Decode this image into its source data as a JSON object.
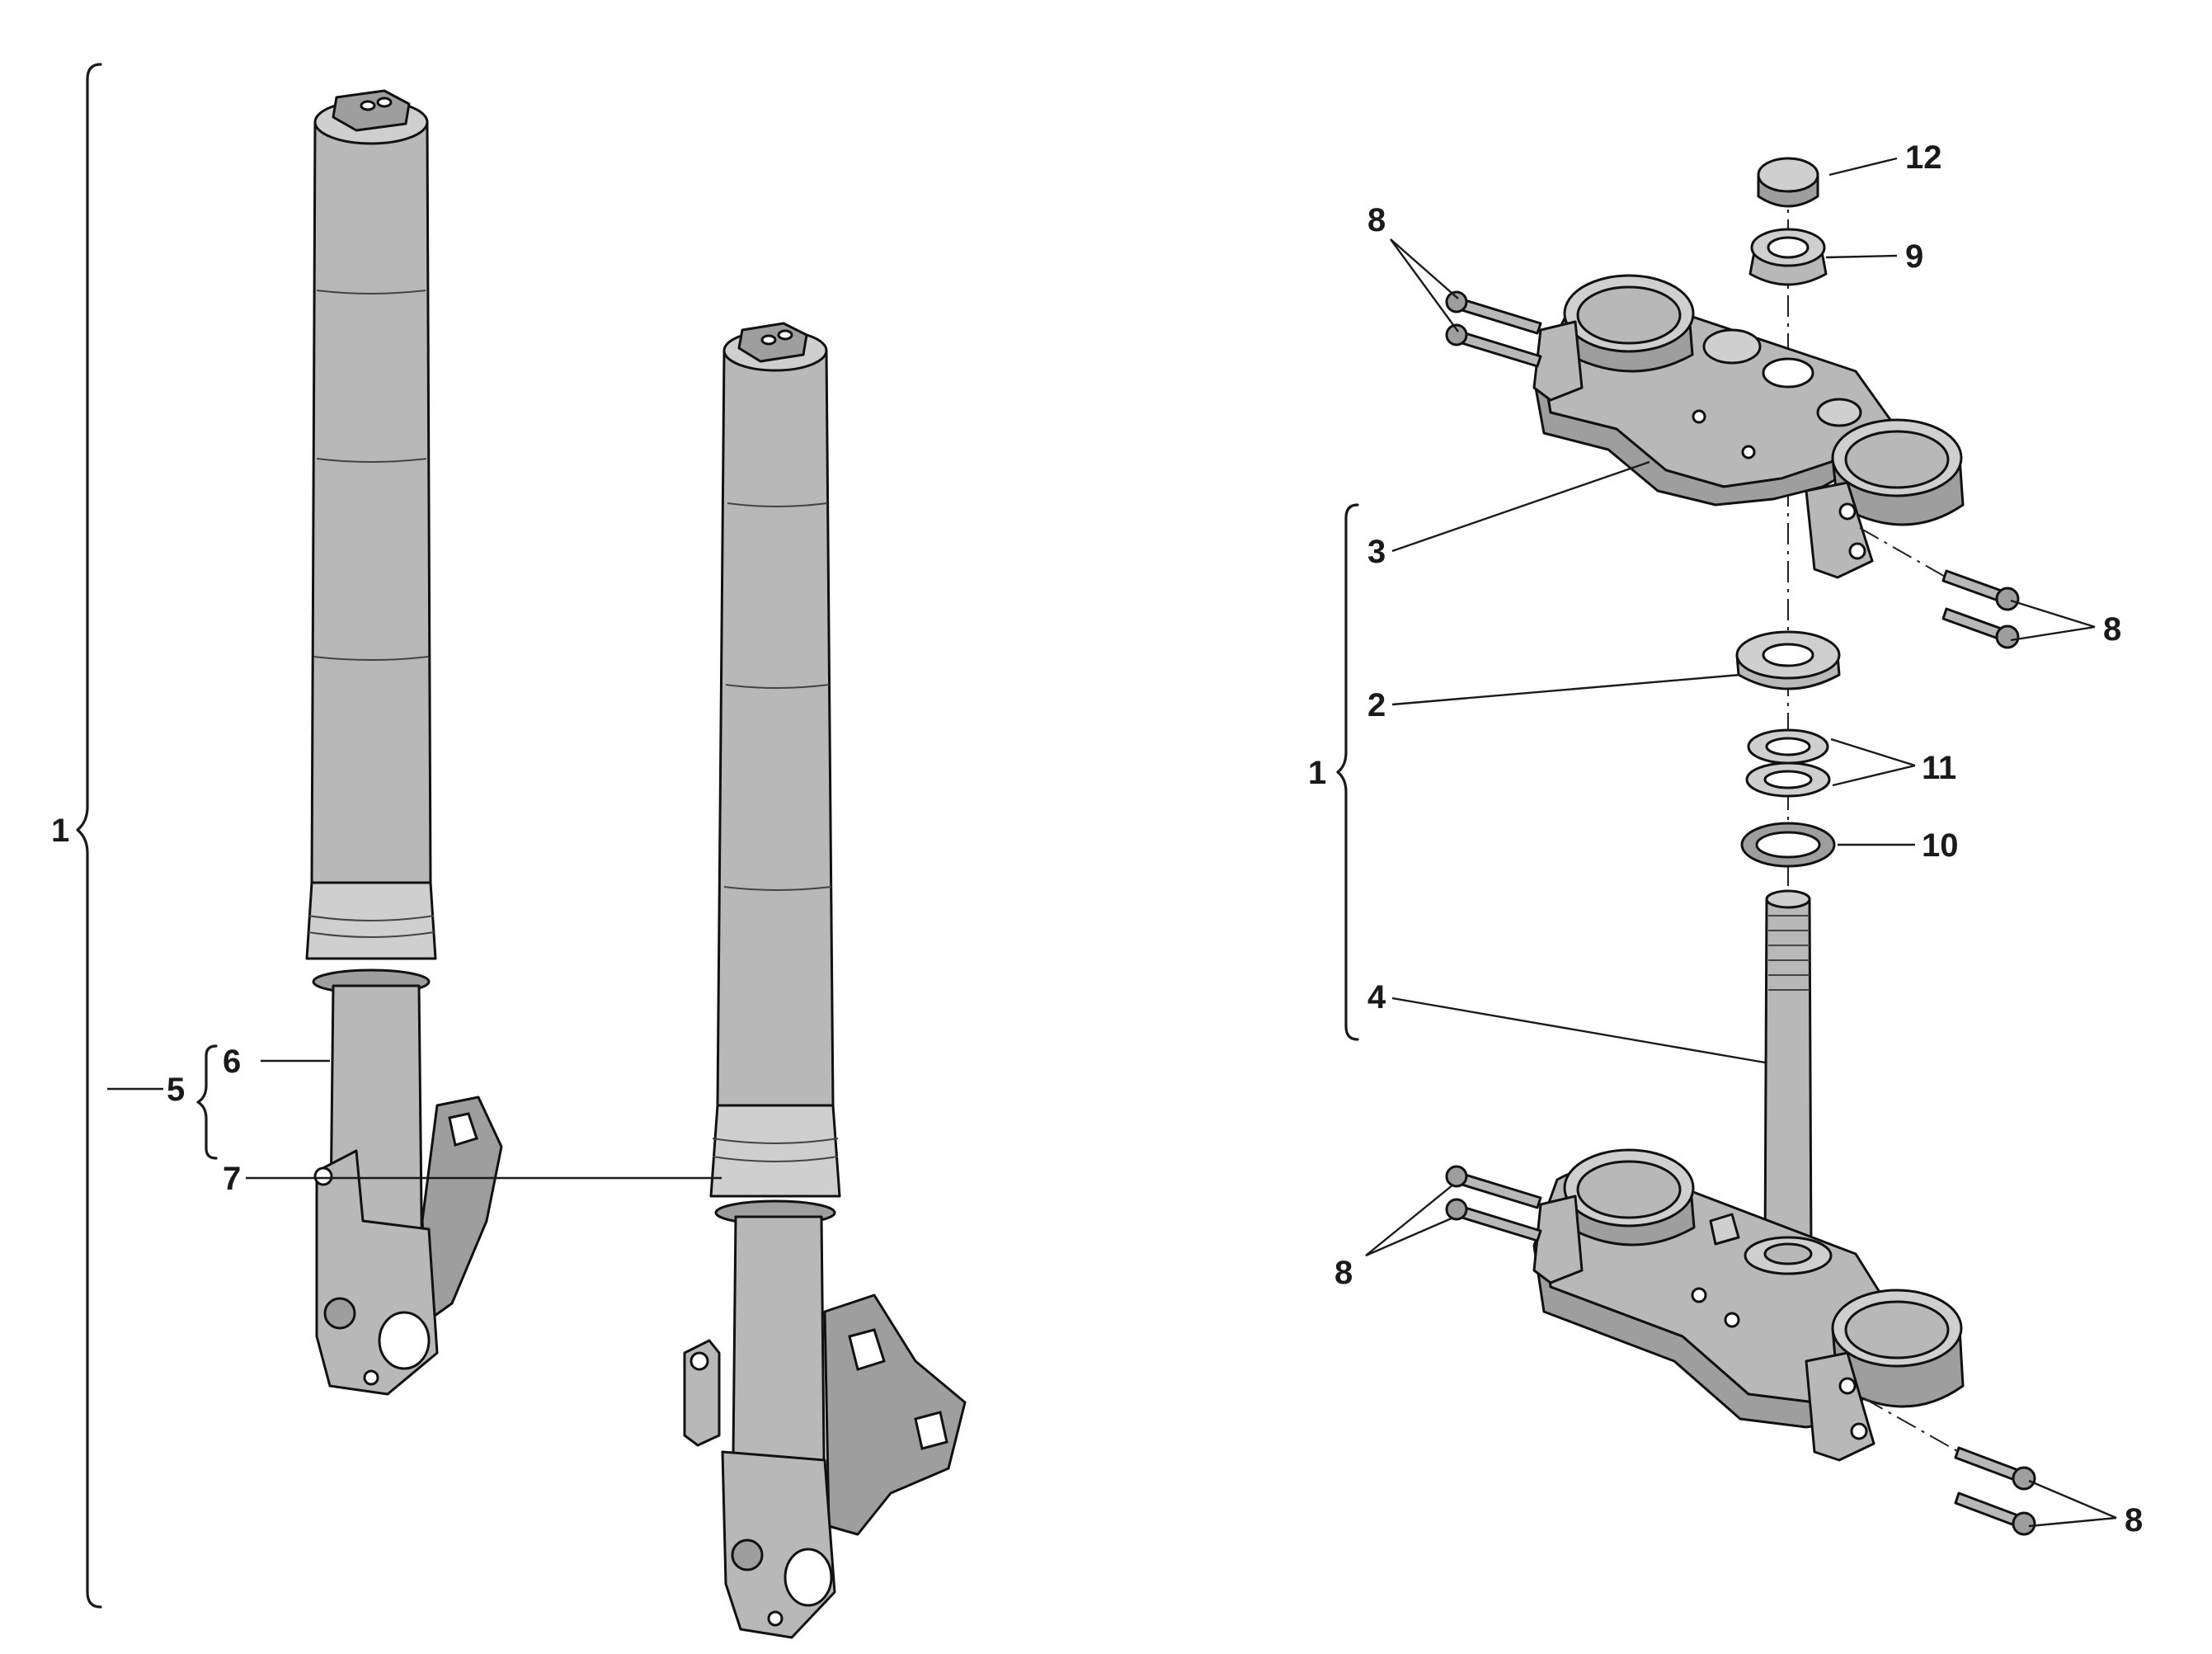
{
  "callouts": {
    "c1_left": "1",
    "c5": "5",
    "c6": "6",
    "c7": "7",
    "c8_top_left": "8",
    "c12": "12",
    "c9": "9",
    "c3": "3",
    "c8_top_right": "8",
    "c2": "2",
    "c1_right": "1",
    "c11": "11",
    "c10": "10",
    "c4": "4",
    "c8_bottom_left": "8",
    "c8_bottom_right": "8"
  }
}
